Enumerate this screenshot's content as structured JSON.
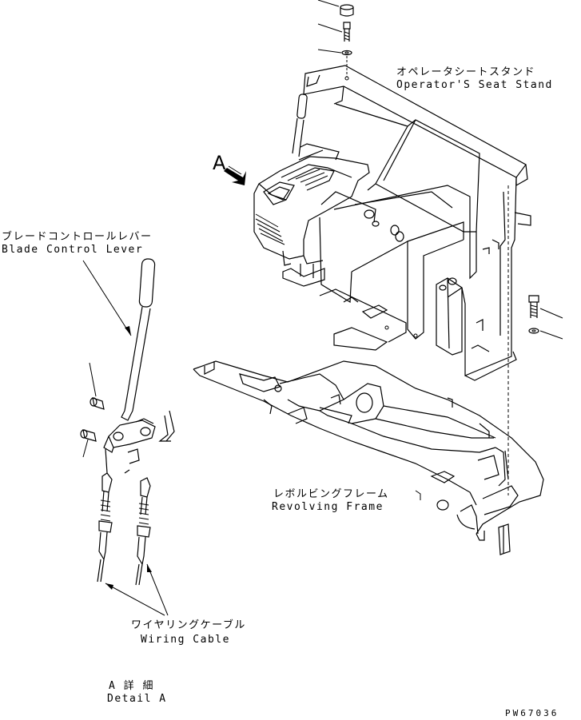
{
  "labels": {
    "seat_stand_jp": "オペレータシートスタンド",
    "seat_stand_en": "Operator'S Seat Stand",
    "view_marker": "A",
    "blade_lever_jp": "ブレードコントロールレバー",
    "blade_lever_en": "Blade Control Lever",
    "revolving_frame_jp": "レボルビングフレーム",
    "revolving_frame_en": "Revolving Frame",
    "wiring_cable_jp": "ワイヤリングケーブル",
    "wiring_cable_en": "Wiring Cable",
    "detail_jp": "A 詳 細",
    "detail_en": "Detail A",
    "drawing_code": "PW67036"
  }
}
